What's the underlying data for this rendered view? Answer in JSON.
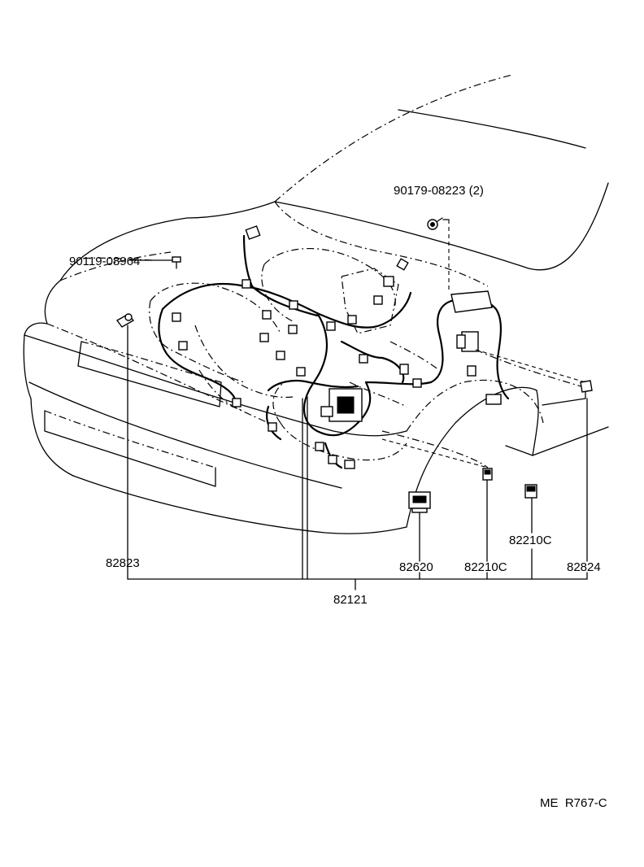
{
  "labels": {
    "bolt_top": "90179-08223 (2)",
    "bolt_left": "90119-08964",
    "sensor_left": "82823",
    "relay_block": "82620",
    "connector_a": "82210C",
    "connector_b": "82210C",
    "bracket_right": "82824",
    "harness_main": "82121",
    "reference_code": "ME  R767-C"
  }
}
